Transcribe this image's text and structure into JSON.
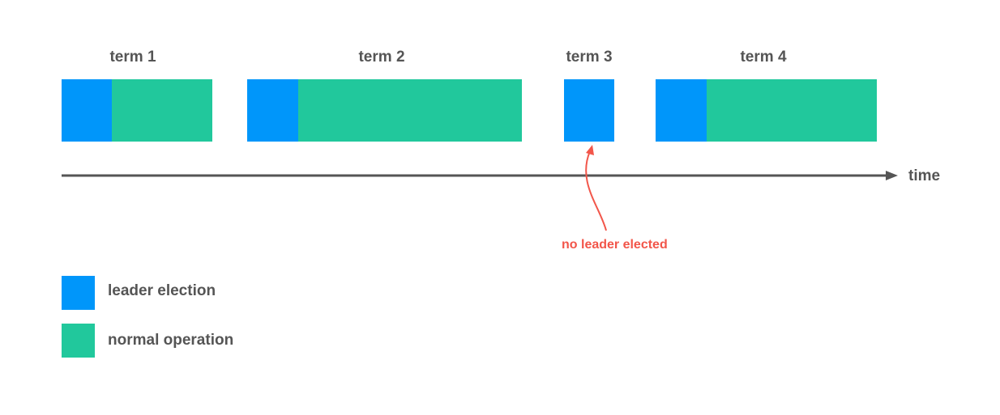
{
  "terms": [
    {
      "label": "term 1"
    },
    {
      "label": "term 2"
    },
    {
      "label": "term 3"
    },
    {
      "label": "term 4"
    }
  ],
  "axis": {
    "label": "time"
  },
  "annotation": {
    "text": "no leader elected"
  },
  "legend": [
    {
      "label": "leader election",
      "color": "#0096fa"
    },
    {
      "label": "normal operation",
      "color": "#21c89c"
    }
  ],
  "colors": {
    "election": "#0096fa",
    "operation": "#21c89c",
    "annotation": "#f2564a",
    "axis": "#555555"
  }
}
